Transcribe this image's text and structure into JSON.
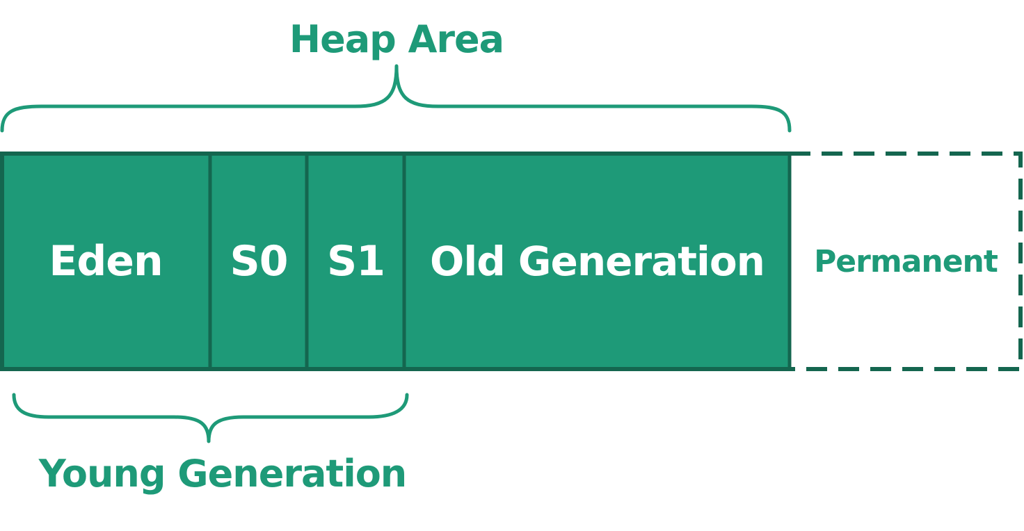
{
  "diagram": {
    "heap_label": "Heap Area",
    "young_label": "Young Generation",
    "segments": {
      "eden": "Eden",
      "s0": "S0",
      "s1": "S1",
      "old": "Old Generation",
      "permanent": "Permanent"
    },
    "colors": {
      "fill": "#1e9a78",
      "border": "#14664f",
      "text_on_fill": "#ffffff"
    }
  }
}
